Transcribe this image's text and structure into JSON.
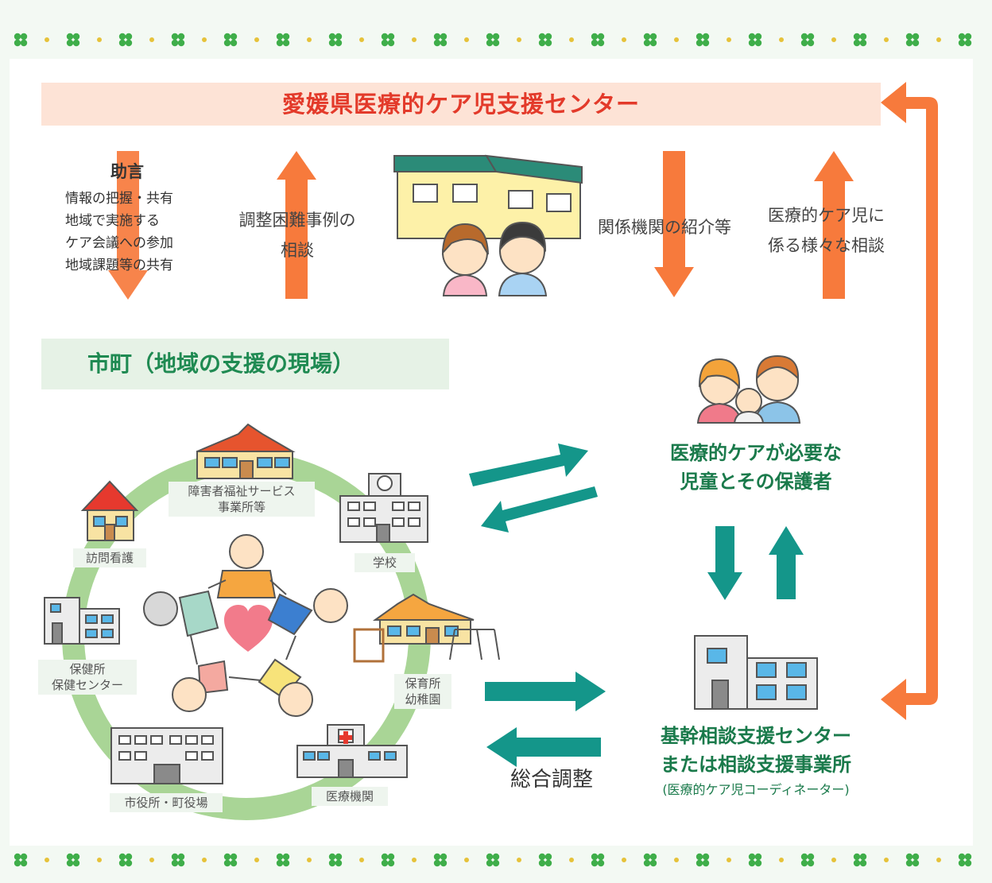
{
  "header": {
    "title": "愛媛県医療的ケア児支援センター"
  },
  "left_arrow_texts": {
    "advice_title": "助言",
    "advice_lines": [
      "情報の把握・共有",
      "地域で実施する",
      "ケア会議への参加",
      "地域課題等の共有"
    ],
    "consult_lines": [
      "調整困難事例の",
      "相談"
    ]
  },
  "right_arrow_texts": {
    "intro": "関係機関の紹介等",
    "consult_lines": [
      "医療的ケア児に",
      "係る様々な相談"
    ]
  },
  "municipality": {
    "title": "市町（地域の支援の現場）"
  },
  "family_box": {
    "lines": [
      "医療的ケアが必要な",
      "児童とその保護者"
    ]
  },
  "center_box": {
    "lines": [
      "基幹相談支援センター",
      "または相談支援事業所"
    ],
    "sub": "(医療的ケア児コーディネーター)"
  },
  "coordination": "総合調整",
  "facilities": {
    "welfare": [
      "障害者福祉サービス",
      "事業所等"
    ],
    "school": "学校",
    "nursing": "訪問看護",
    "health": [
      "保健所",
      "保健センター"
    ],
    "nursery": [
      "保育所",
      "幼稚園"
    ],
    "city_hall": "市役所・町役場",
    "medical": "医療機関"
  },
  "colors": {
    "orange_arrow": "#f77a3c",
    "teal_arrow": "#14968a",
    "title_red": "#e33a2a",
    "green_text": "#1f8a52",
    "box_bg": "#e6f2e6",
    "circle_green": "#a9d596"
  }
}
